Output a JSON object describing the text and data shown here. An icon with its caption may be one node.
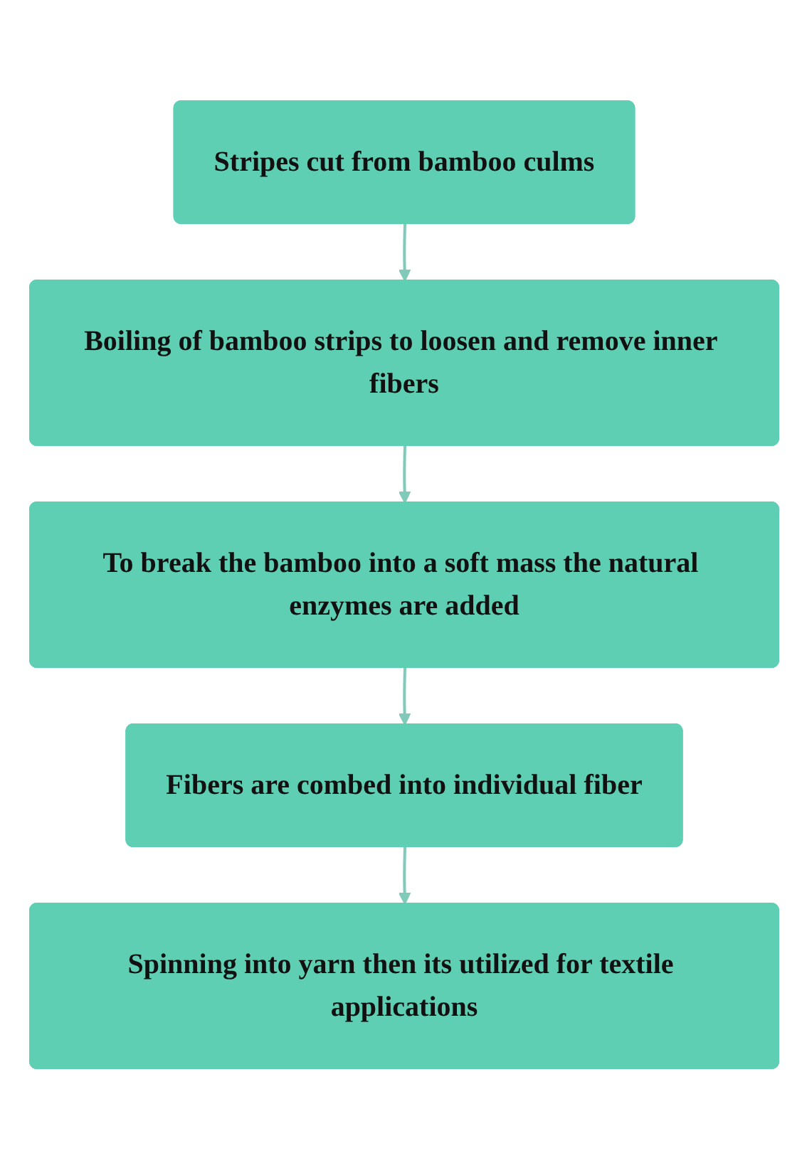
{
  "diagram": {
    "nodes": [
      {
        "text": [
          "Stripes cut from bamboo culms"
        ]
      },
      {
        "text": [
          "Boiling of bamboo strips to loosen and remove inner fibers"
        ]
      },
      {
        "text": [
          "To break the bamboo into a soft mass the natural enzymes are added"
        ]
      },
      {
        "text": [
          "Fibers are combed into individual fiber"
        ]
      },
      {
        "text": [
          "Spinning into yarn then its utilized for textile applications"
        ]
      }
    ],
    "edges": [
      {
        "from": 0,
        "to": 1,
        "arrow": "to"
      },
      {
        "from": 1,
        "to": 2,
        "arrow": "to"
      },
      {
        "from": 2,
        "to": 3,
        "arrow": "to"
      },
      {
        "from": 3,
        "to": 4,
        "arrow": "to"
      }
    ]
  }
}
